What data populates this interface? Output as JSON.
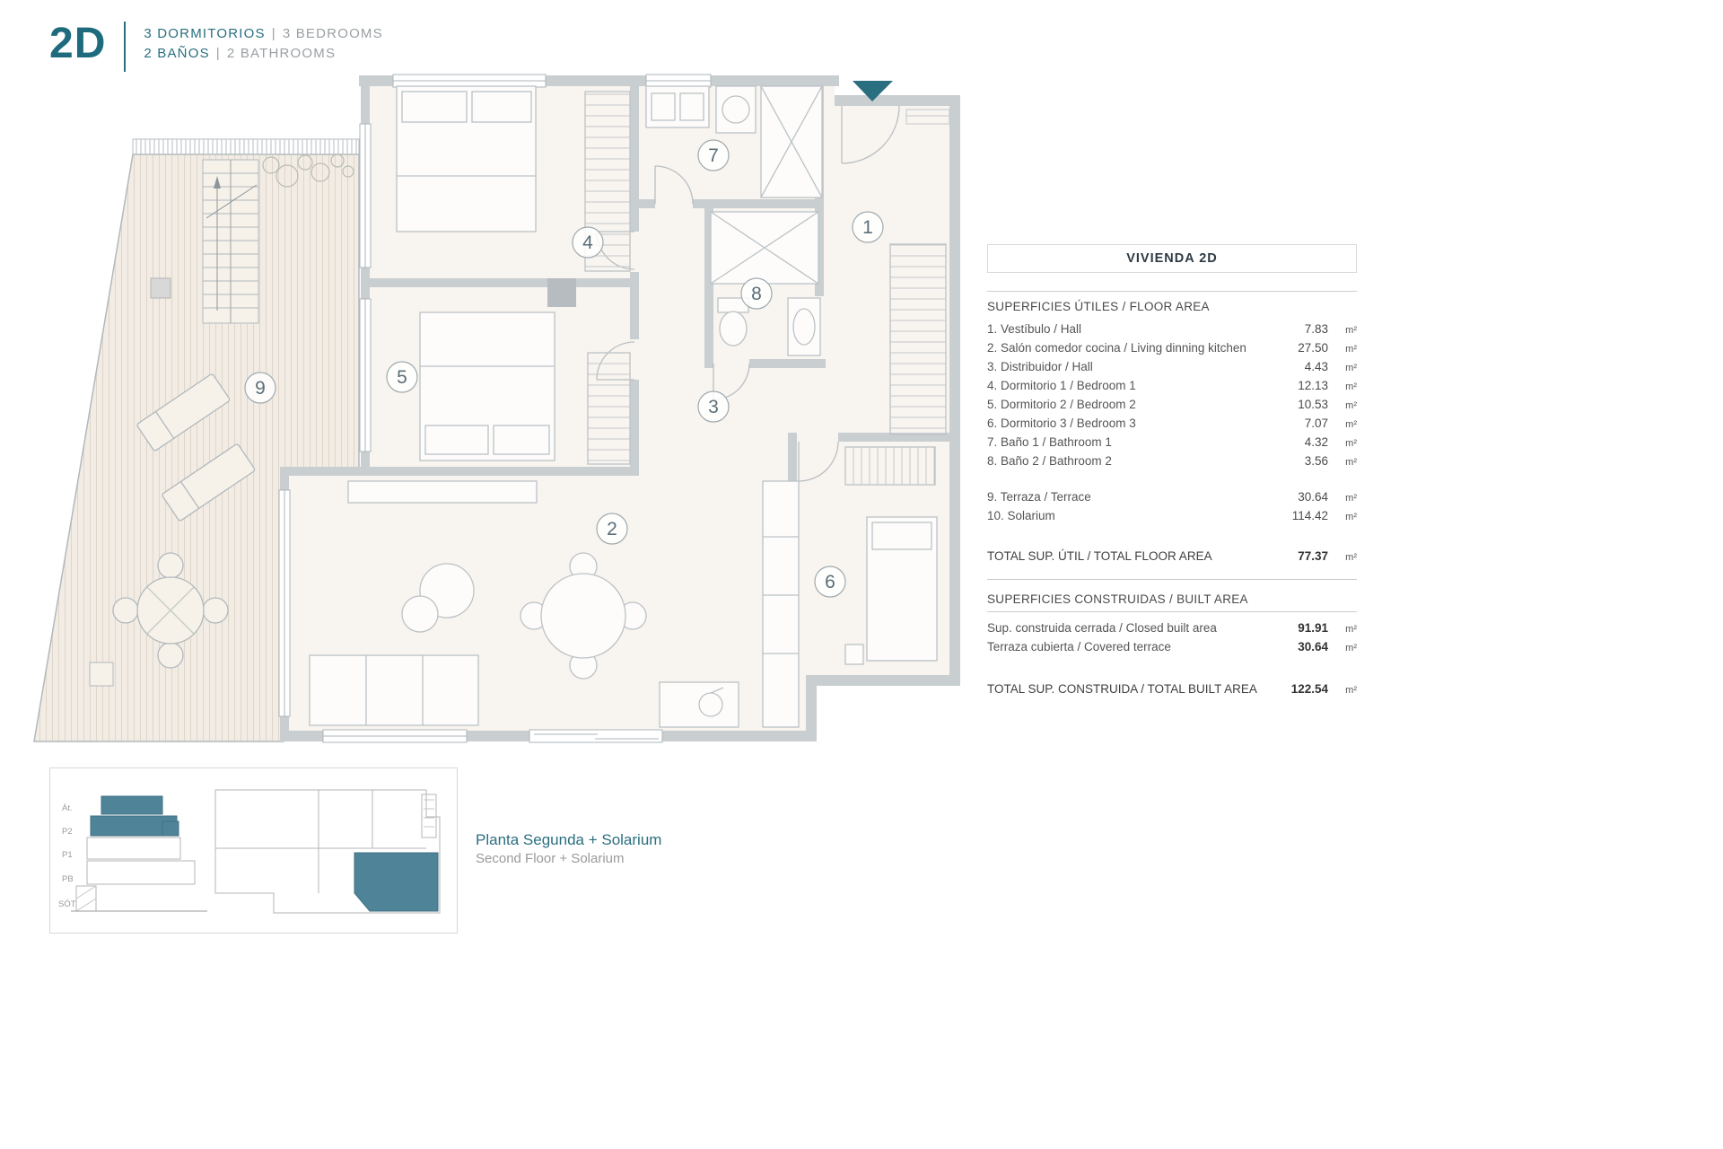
{
  "colors": {
    "accent": "#2A6F80",
    "accent_dark": "#1E6B7D",
    "wall": "#C9CED1",
    "floor": "#F8F4EF",
    "deck": "#F2ECE4"
  },
  "header": {
    "unit": "2D",
    "bedrooms_es": "3 DORMITORIOS",
    "bedrooms_en": "3 BEDROOMS",
    "bathrooms_es": "2 BAÑOS",
    "bathrooms_en": "2 BATHROOMS",
    "separator": "|"
  },
  "plan": {
    "rooms": [
      "1",
      "2",
      "3",
      "4",
      "5",
      "6",
      "7",
      "8",
      "9"
    ]
  },
  "panel": {
    "title": "VIVIENDA 2D",
    "floor_area": {
      "heading": "SUPERFICIES ÚTILES / FLOOR AREA",
      "rows": [
        {
          "label": "1. Vestíbulo / Hall",
          "value": "7.83",
          "unit": "m²"
        },
        {
          "label": "2. Salón comedor cocina / Living dinning kitchen",
          "value": "27.50",
          "unit": "m²"
        },
        {
          "label": "3. Distribuidor / Hall",
          "value": "4.43",
          "unit": "m²"
        },
        {
          "label": "4. Dormitorio 1 / Bedroom 1",
          "value": "12.13",
          "unit": "m²"
        },
        {
          "label": "5. Dormitorio 2 / Bedroom 2",
          "value": "10.53",
          "unit": "m²"
        },
        {
          "label": "6. Dormitorio 3 / Bedroom 3",
          "value": "7.07",
          "unit": "m²"
        },
        {
          "label": "7. Baño 1 / Bathroom 1",
          "value": "4.32",
          "unit": "m²"
        },
        {
          "label": "8. Baño 2 / Bathroom 2",
          "value": "3.56",
          "unit": "m²"
        }
      ],
      "outdoor_rows": [
        {
          "label": "9. Terraza / Terrace",
          "value": "30.64",
          "unit": "m²"
        },
        {
          "label": "10. Solarium",
          "value": "114.42",
          "unit": "m²"
        }
      ],
      "total": {
        "label": "TOTAL SUP. ÚTIL / TOTAL FLOOR AREA",
        "value": "77.37",
        "unit": "m²"
      }
    },
    "built_area": {
      "heading": "SUPERFICIES CONSTRUIDAS / BUILT AREA",
      "rows": [
        {
          "label": "Sup. construida cerrada / Closed built area",
          "value": "91.91",
          "unit": "m²"
        },
        {
          "label": "Terraza cubierta / Covered terrace",
          "value": "30.64",
          "unit": "m²"
        }
      ],
      "total": {
        "label": "TOTAL SUP. CONSTRUIDA / TOTAL BUILT AREA",
        "value": "122.54",
        "unit": "m²"
      }
    }
  },
  "section_diagram": {
    "levels": [
      "Át.",
      "P2",
      "P1",
      "PB",
      "SÓT."
    ]
  },
  "caption": {
    "es": "Planta Segunda + Solarium",
    "en": "Second Floor + Solarium"
  }
}
